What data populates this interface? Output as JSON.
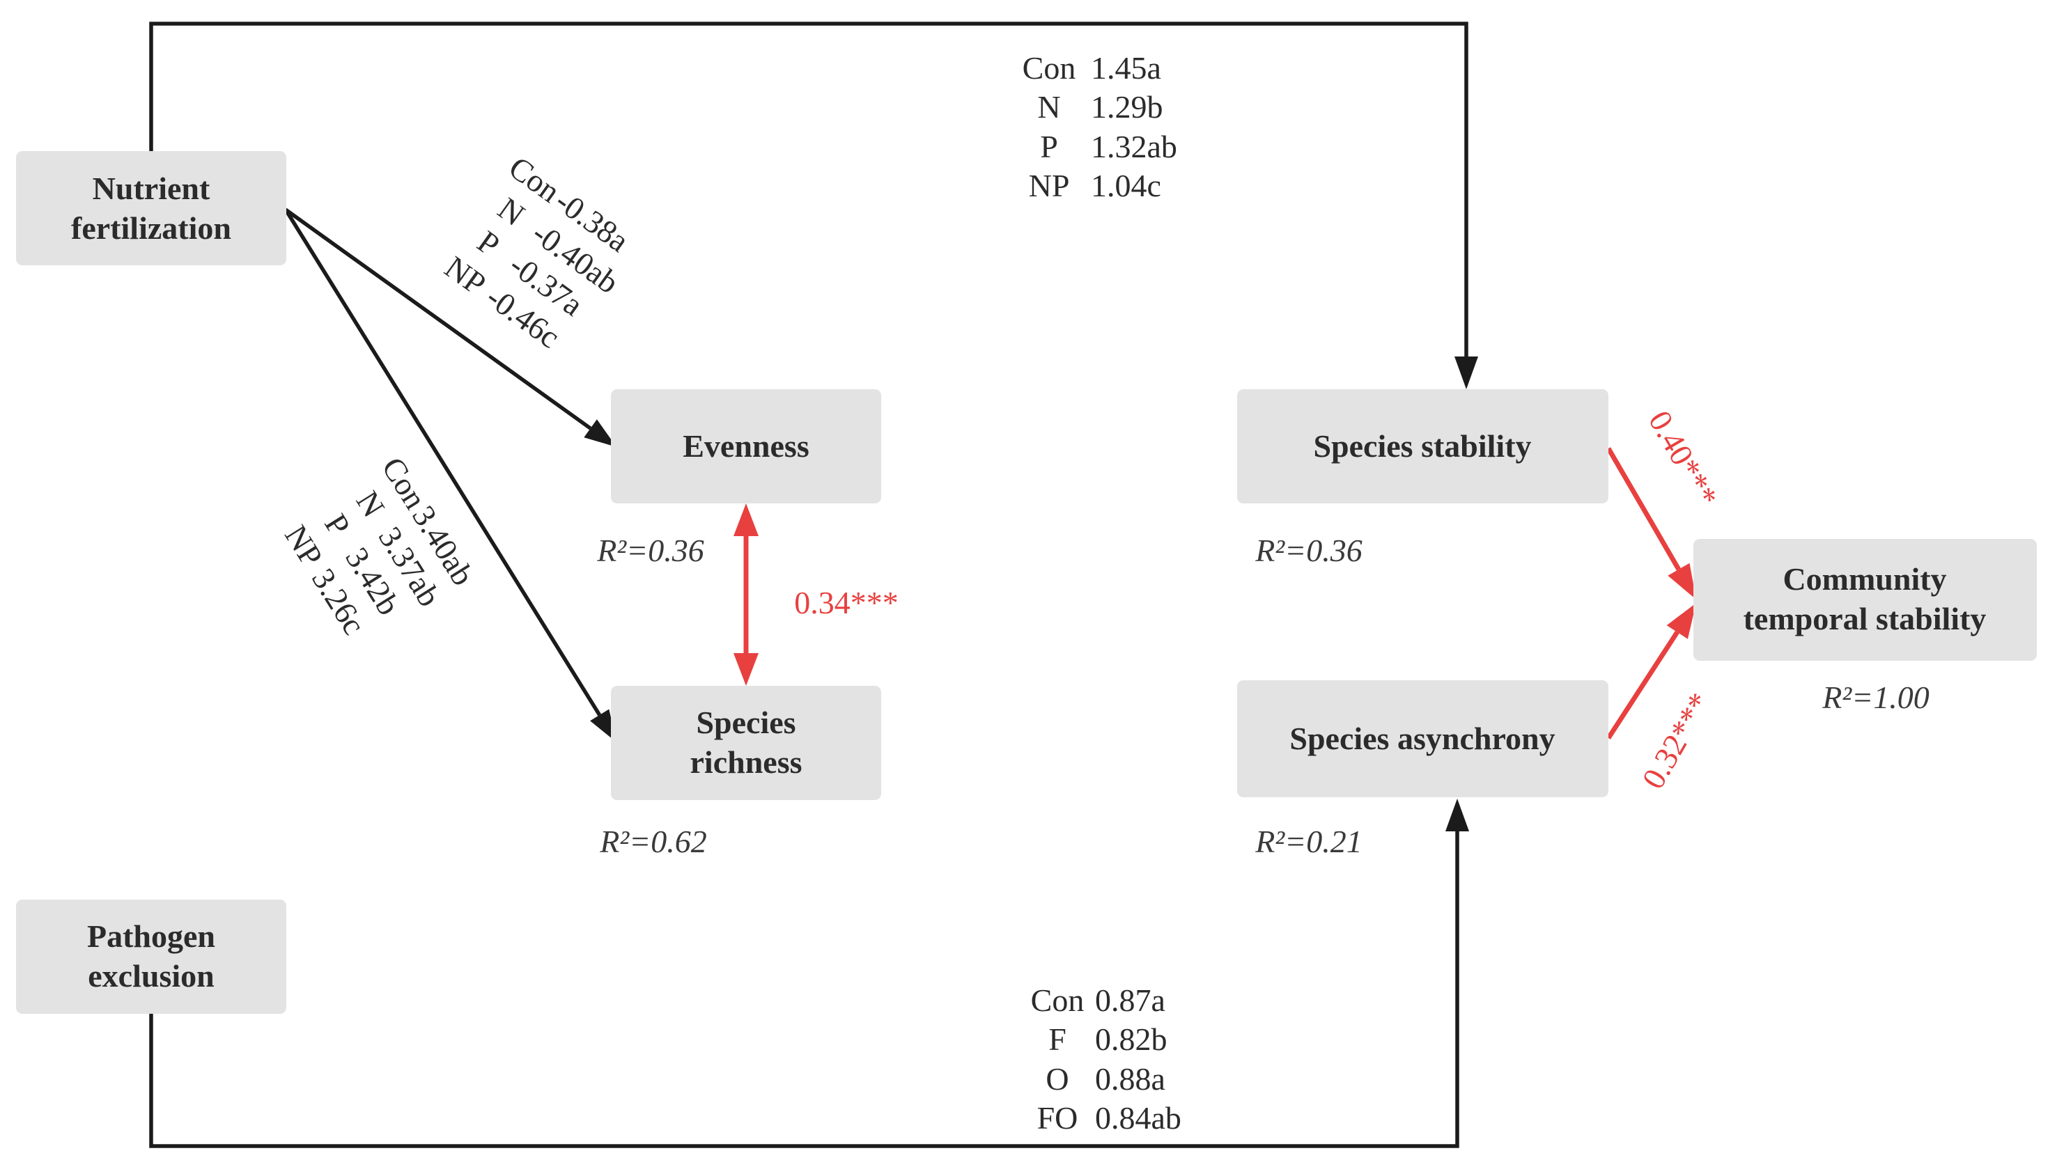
{
  "nodes": {
    "nutrient": {
      "lines": [
        "Nutrient",
        "fertilization"
      ]
    },
    "pathogen": {
      "lines": [
        "Pathogen",
        "exclusion"
      ]
    },
    "evenness": {
      "lines": [
        "Evenness"
      ],
      "r2": "R²=0.36"
    },
    "richness": {
      "lines": [
        "Species",
        "richness"
      ],
      "r2": "R²=0.62"
    },
    "stability": {
      "lines": [
        "Species stability"
      ],
      "r2": "R²=0.36"
    },
    "asynchrony": {
      "lines": [
        "Species asynchrony"
      ],
      "r2": "R²=0.21"
    },
    "community": {
      "lines": [
        "Community",
        "temporal stability"
      ],
      "r2": "R²=1.00"
    }
  },
  "edges": {
    "nutrient_to_stability": {
      "rows": [
        {
          "label": "Con",
          "value": "1.45a"
        },
        {
          "label": "N",
          "value": "1.29b"
        },
        {
          "label": "P",
          "value": "1.32ab"
        },
        {
          "label": "NP",
          "value": "1.04c"
        }
      ]
    },
    "nutrient_to_evenness": {
      "rows": [
        {
          "label": "Con",
          "value": "-0.38a"
        },
        {
          "label": "N",
          "value": "-0.40ab"
        },
        {
          "label": "P",
          "value": "-0.37a"
        },
        {
          "label": "NP",
          "value": "-0.46c"
        }
      ]
    },
    "nutrient_to_richness": {
      "rows": [
        {
          "label": "Con",
          "value": "3.40ab"
        },
        {
          "label": "N",
          "value": "3.37ab"
        },
        {
          "label": "P",
          "value": "3.42b"
        },
        {
          "label": "NP",
          "value": "3.26c"
        }
      ]
    },
    "pathogen_to_asynchrony": {
      "rows": [
        {
          "label": "Con",
          "value": "0.87a"
        },
        {
          "label": "F",
          "value": "0.82b"
        },
        {
          "label": "O",
          "value": "0.88a"
        },
        {
          "label": "FO",
          "value": "0.84ab"
        }
      ]
    },
    "evenness_richness": {
      "coef": "0.34***"
    },
    "stability_to_community": {
      "coef": "0.40***"
    },
    "asynchrony_to_community": {
      "coef": "0.32***"
    }
  },
  "colors": {
    "box": "#e3e3e3",
    "line": "#1b1b1b",
    "significant": "#e8403f",
    "text": "#2b2b2b"
  }
}
